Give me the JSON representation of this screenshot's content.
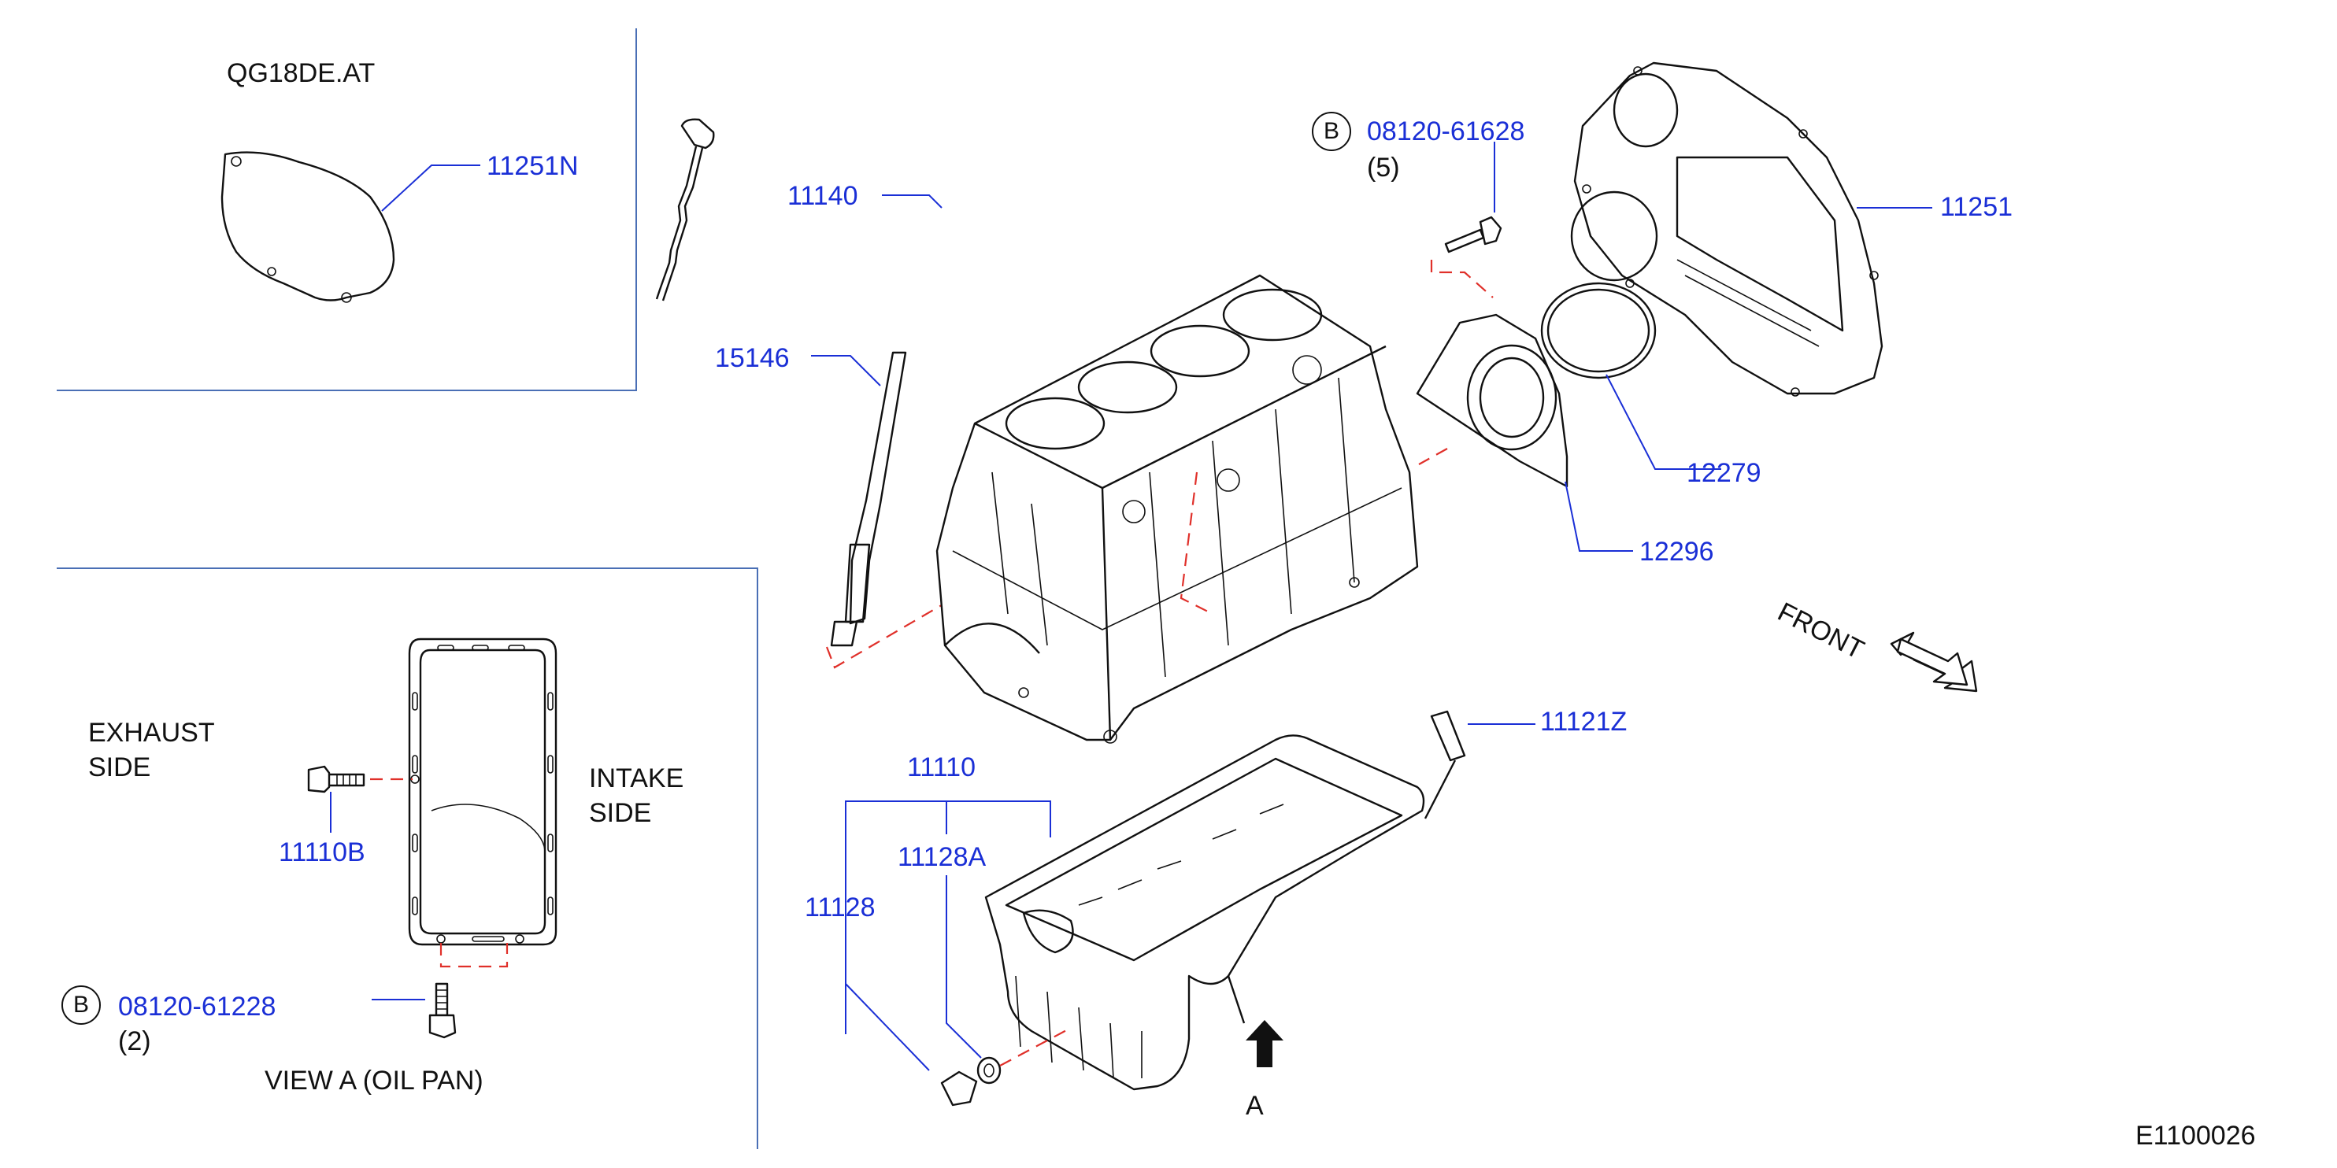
{
  "diagram_id": "E1100026",
  "inset_top": {
    "title": "QG18DE.AT",
    "part": "11251N"
  },
  "inset_view": {
    "exhaust_line1": "EXHAUST",
    "exhaust_line2": "SIDE",
    "intake_line1": "INTAKE",
    "intake_line2": "SIDE",
    "bolt_part": "11110B",
    "circle_letter": "B",
    "bolt_spec": "08120-61228",
    "bolt_qty": "(2)",
    "caption": "VIEW   A   (OIL   PAN)"
  },
  "main": {
    "circle_letter": "B",
    "bolt_spec": "08120-61628",
    "bolt_qty": "(5)",
    "parts": {
      "dipstick": "11140",
      "dipstick_guide": "15146",
      "rear_plate": "11251",
      "oil_seal": "12279",
      "seal_retainer": "12296",
      "sensor": "11121Z",
      "oil_pan": "11110",
      "drain_washer": "11128A",
      "drain_plug": "11128"
    },
    "front_label": "FRONT",
    "view_arrow_label": "A"
  },
  "colors": {
    "part_number": "#1a2fd6",
    "leader": "#1a2fd6",
    "dashed_reference": "#e0302a",
    "line_art": "#111111"
  },
  "icons": [
    "arrow-up-icon",
    "front-arrow-icon"
  ]
}
